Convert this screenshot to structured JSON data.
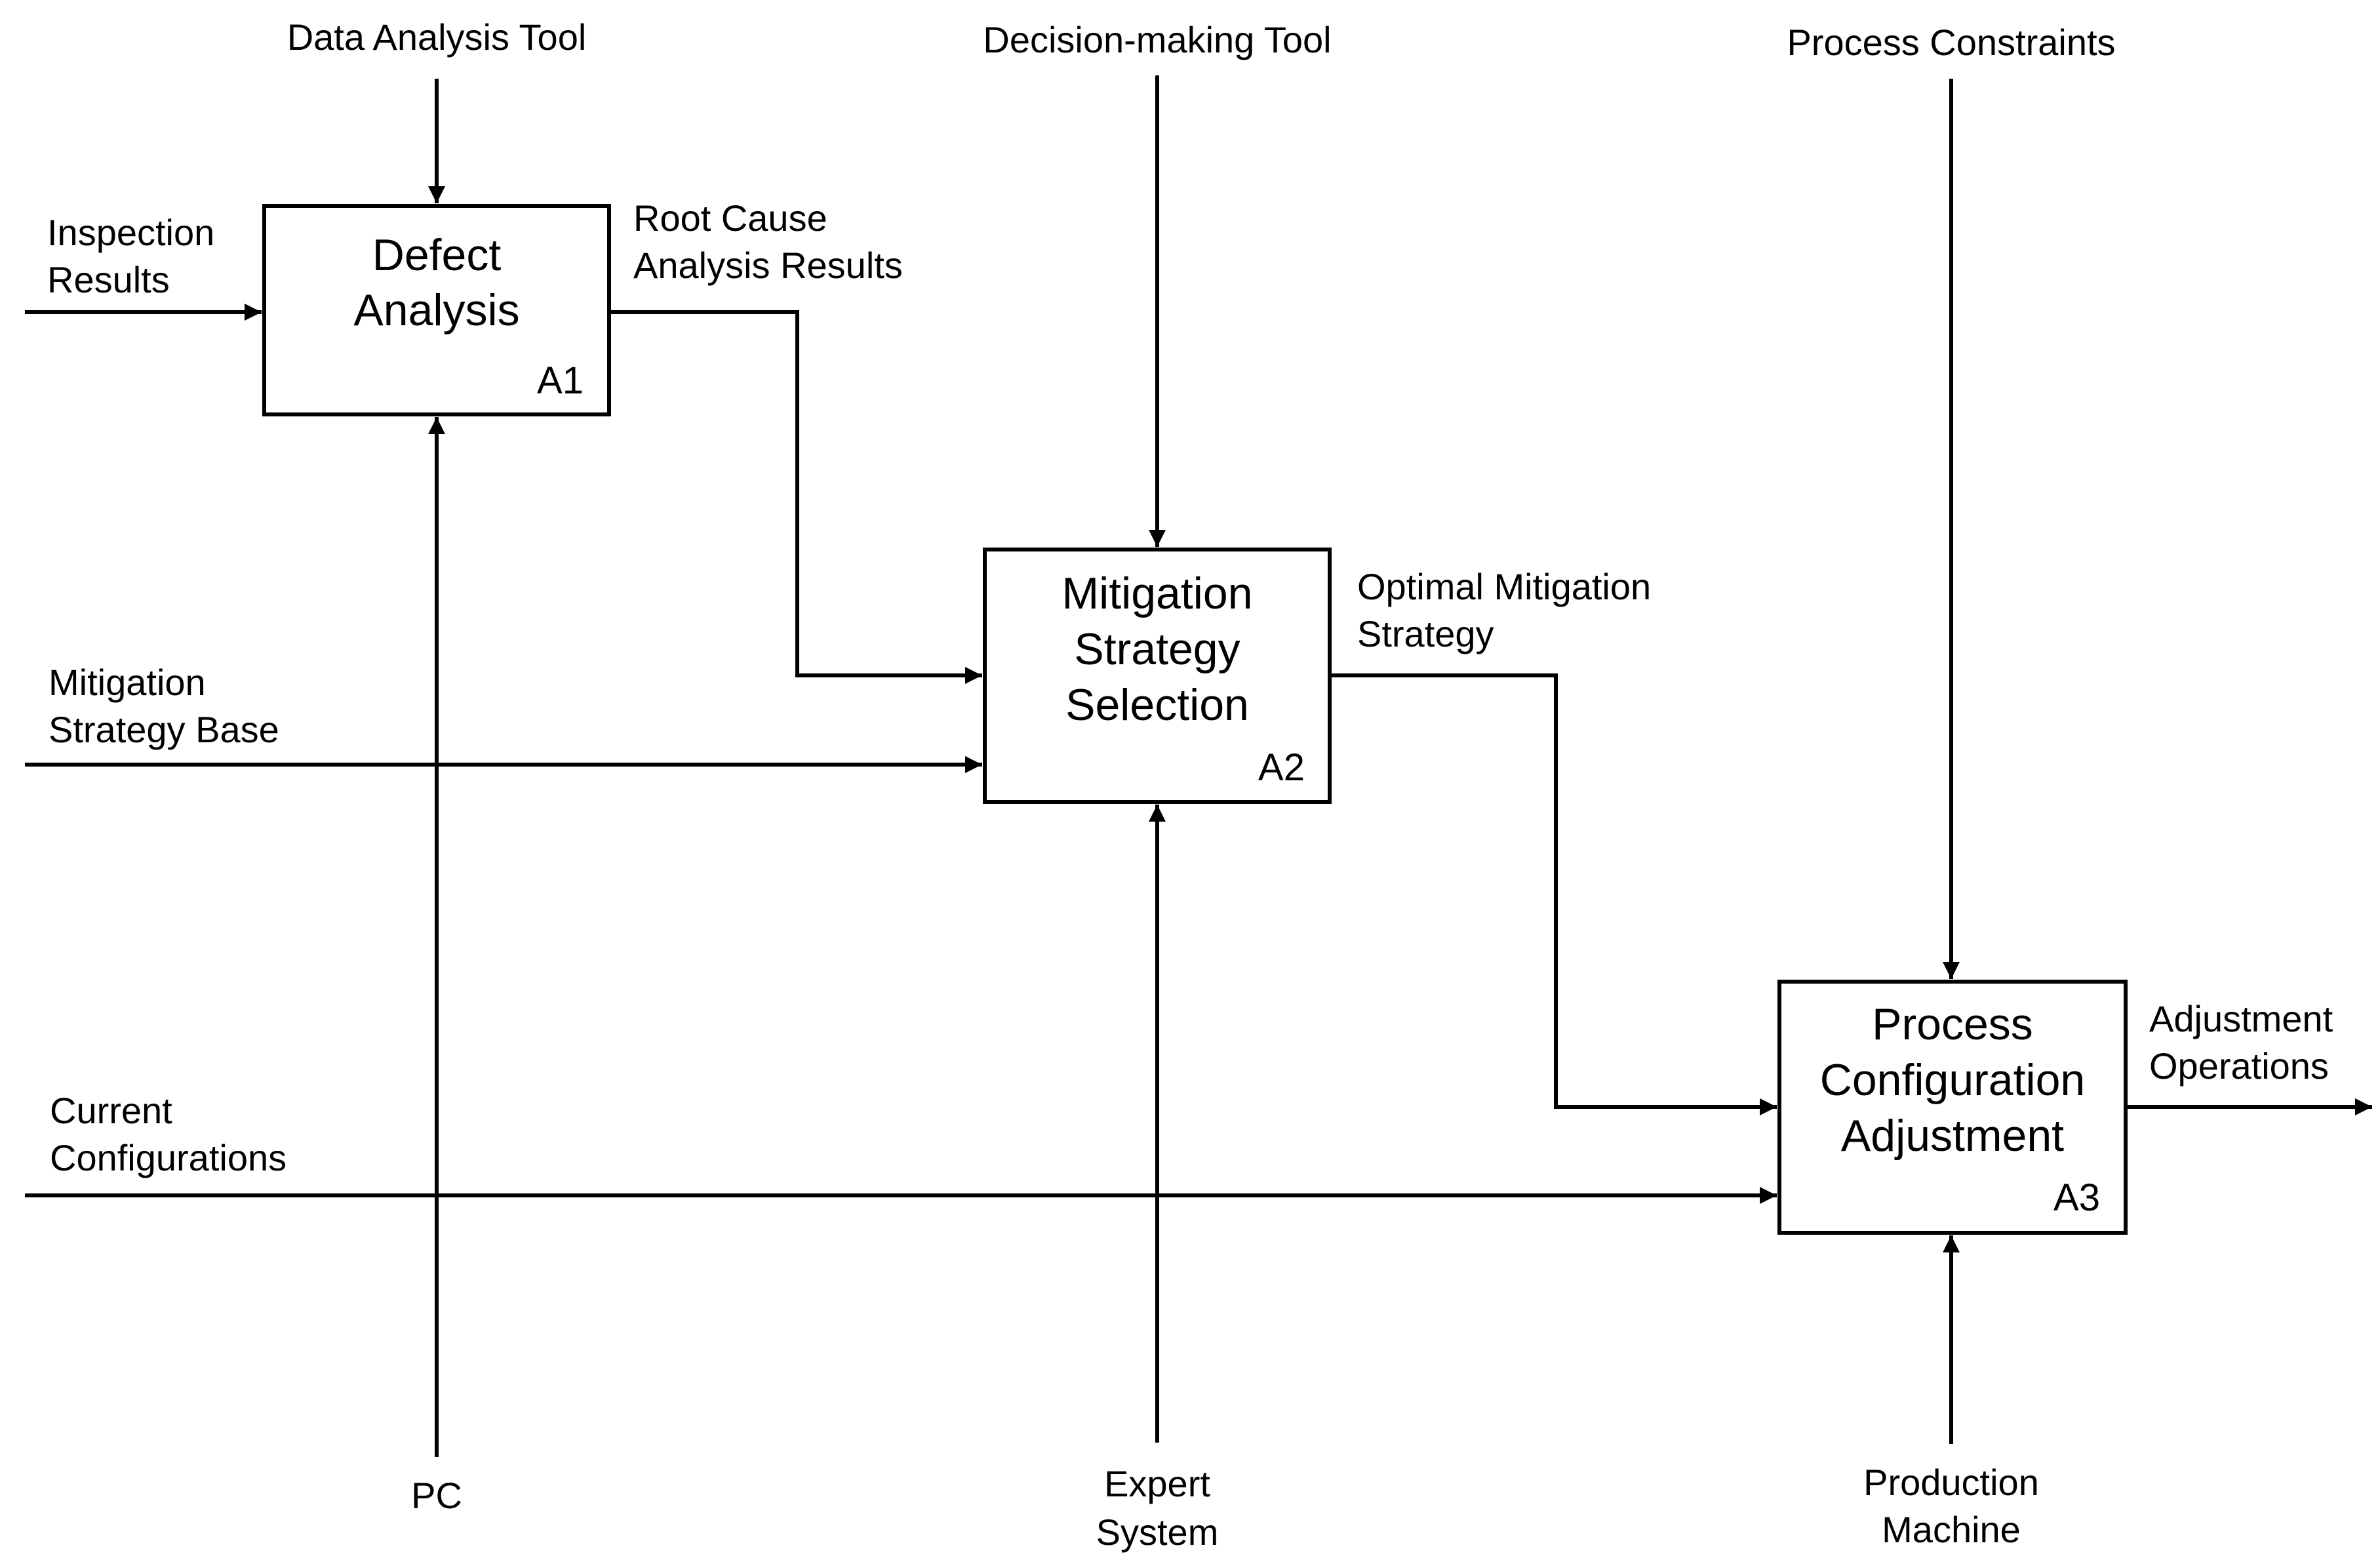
{
  "colors": {
    "stroke": "#000000",
    "background": "#ffffff"
  },
  "boxes": {
    "a1": {
      "title": [
        "Defect",
        "Analysis"
      ],
      "id": "A1"
    },
    "a2": {
      "title": [
        "Mitigation",
        "Strategy",
        "Selection"
      ],
      "id": "A2"
    },
    "a3": {
      "title": [
        "Process",
        "Configuration",
        "Adjustment"
      ],
      "id": "A3"
    }
  },
  "controls": {
    "data_analysis_tool": "Data Analysis Tool",
    "decision_making_tool": "Decision-making Tool",
    "process_constraints": "Process Constraints"
  },
  "inputs": {
    "inspection_results": [
      "Inspection",
      "Results"
    ],
    "mitigation_strategy_base": [
      "Mitigation",
      "Strategy Base"
    ],
    "current_configurations": [
      "Current",
      "Configurations"
    ]
  },
  "flows": {
    "root_cause_analysis_results": [
      "Root Cause",
      "Analysis Results"
    ],
    "optimal_mitigation_strategy": [
      "Optimal Mitigation",
      "Strategy"
    ]
  },
  "outputs": {
    "adjustment_operations": [
      "Adjustment",
      "Operations"
    ]
  },
  "mechanisms": {
    "pc": "PC",
    "expert_system": [
      "Expert",
      "System"
    ],
    "production_machine": [
      "Production",
      "Machine"
    ]
  }
}
